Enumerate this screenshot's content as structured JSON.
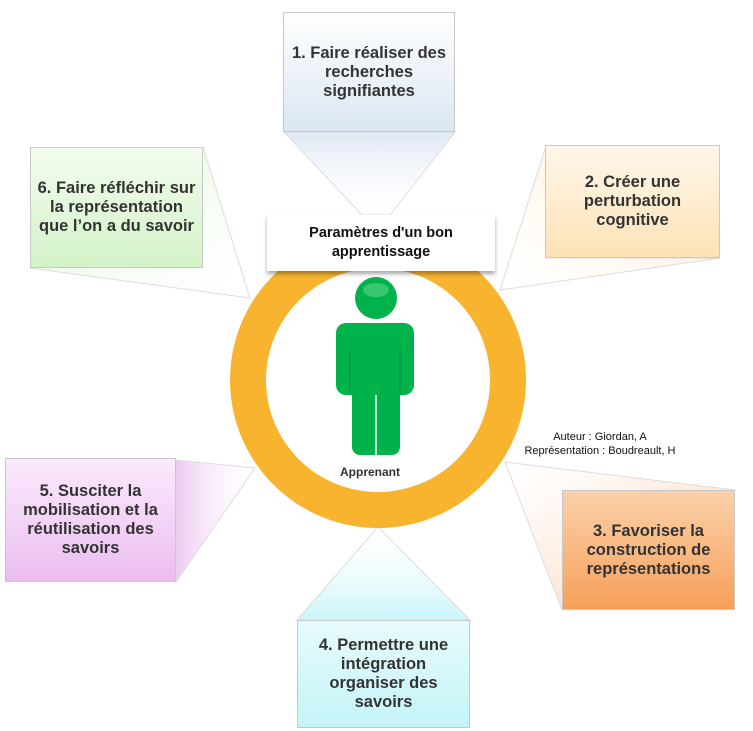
{
  "title": "Paramètres d'un bon apprentissage",
  "center_label": "Apprenant",
  "author": "Auteur : Giordan, A",
  "representation": "Représentation : Boudreault, H",
  "items": [
    {
      "label": "1. Faire réaliser des recherches signifiantes",
      "color": "#dbe6f3"
    },
    {
      "label": "2. Créer une perturbation cognitive",
      "color": "#fde2b6"
    },
    {
      "label": "3. Favoriser la construction de représentations",
      "color": "#f8a05a"
    },
    {
      "label": "4. Permettre une intégration organiser des savoirs",
      "color": "#c4f4f8"
    },
    {
      "label": "5. Susciter la mobilisation et la réutilisation des savoirs",
      "color": "#ebbdf0"
    },
    {
      "label": "6. Faire réfléchir sur la représentation que l’on a du savoir",
      "color": "#d3f3c8"
    }
  ],
  "colors": {
    "ring": "#f8b42e",
    "person": "#00b24a"
  }
}
